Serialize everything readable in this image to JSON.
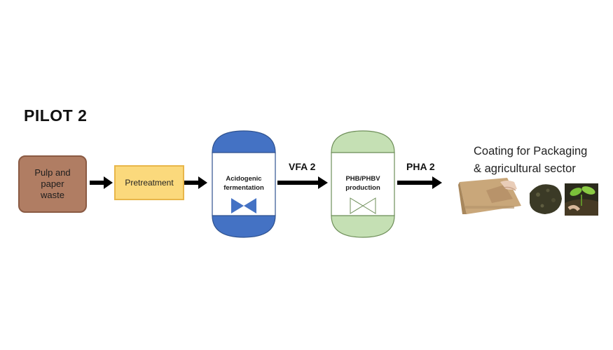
{
  "title": "PILOT 2",
  "nodes": {
    "feedstock": "Pulp and\npaper\nwaste",
    "pretreatment": "Pretreatment",
    "reactor1": "Acidogenic\nfermentation",
    "reactor2": "PHB/PHBV\nproduction"
  },
  "flows": {
    "vfa": "VFA 2",
    "pha": "PHA 2"
  },
  "output": {
    "label": "Coating for Packaging\n& agricultural sector"
  },
  "colors": {
    "feedstock_fill": "#b07d63",
    "pretreatment_fill": "#fbd97c",
    "reactor1_cap": "#4472c4",
    "reactor2_cap": "#c5e0b4",
    "arrow": "#000000"
  },
  "icons": {
    "reactor1_symbol": "valve-icon",
    "reactor2_symbol": "valve-icon",
    "output_images": [
      "paper-packaging-image",
      "soil-seedling-image"
    ]
  }
}
